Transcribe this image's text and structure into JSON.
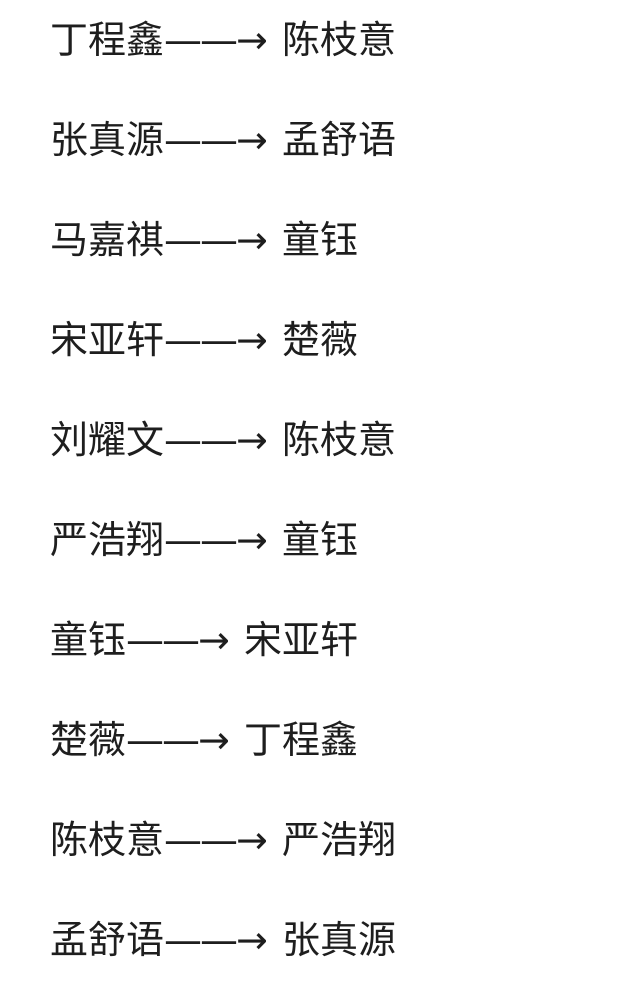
{
  "arrow": "——→",
  "lines": [
    {
      "from": "丁程鑫",
      "to": "陈枝意"
    },
    {
      "from": "张真源",
      "to": "孟舒语"
    },
    {
      "from": "马嘉祺",
      "to": "童钰"
    },
    {
      "from": "宋亚轩",
      "to": "楚薇"
    },
    {
      "from": "刘耀文",
      "to": "陈枝意"
    },
    {
      "from": "严浩翔",
      "to": "童钰"
    },
    {
      "from": "童钰",
      "to": "宋亚轩"
    },
    {
      "from": "楚薇",
      "to": "丁程鑫"
    },
    {
      "from": "陈枝意",
      "to": "严浩翔"
    },
    {
      "from": "孟舒语",
      "to": "张真源"
    }
  ]
}
